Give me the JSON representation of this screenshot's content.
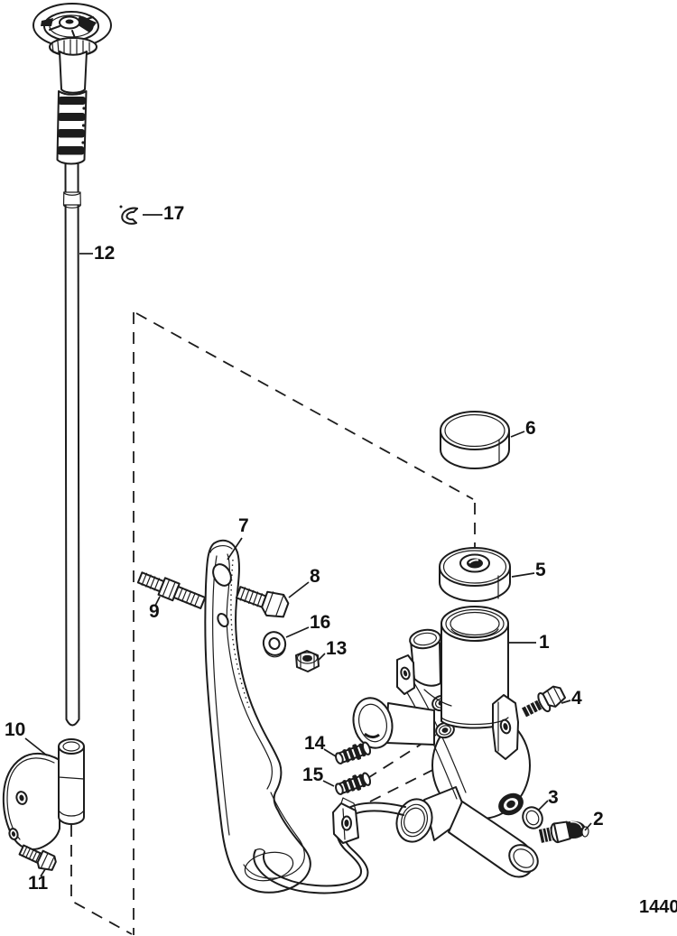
{
  "figure": {
    "number": "1440",
    "kind": "exploded-parts-diagram",
    "background": "#ffffff",
    "line_color": "#1c1c1c"
  },
  "callouts": [
    {
      "label": "1"
    },
    {
      "label": "2"
    },
    {
      "label": "3"
    },
    {
      "label": "4"
    },
    {
      "label": "5"
    },
    {
      "label": "6"
    },
    {
      "label": "7"
    },
    {
      "label": "8"
    },
    {
      "label": "9"
    },
    {
      "label": "10"
    },
    {
      "label": "11"
    },
    {
      "label": "12"
    },
    {
      "label": "13"
    },
    {
      "label": "14"
    },
    {
      "label": "15"
    },
    {
      "label": "16"
    },
    {
      "label": "17"
    }
  ]
}
